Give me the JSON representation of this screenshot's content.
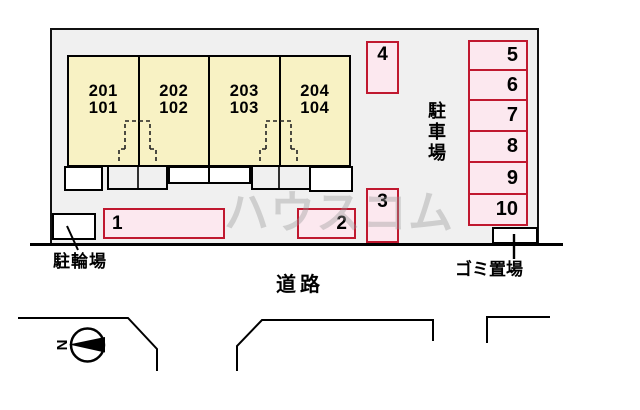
{
  "plan": {
    "units": [
      {
        "upper": "201",
        "lower": "101"
      },
      {
        "upper": "202",
        "lower": "102"
      },
      {
        "upper": "203",
        "lower": "103"
      },
      {
        "upper": "204",
        "lower": "104"
      }
    ],
    "parking_spaces": [
      "1",
      "2",
      "3",
      "4",
      "5",
      "6",
      "7",
      "8",
      "9",
      "10"
    ],
    "labels": {
      "parking_lot": "駐車場",
      "bicycle_parking": "駐輪場",
      "garbage_area": "ゴミ置場",
      "road": "道路"
    },
    "compass_north": "N",
    "watermark": "ハウスコム",
    "colors": {
      "unit_fill": "#F8F2C4",
      "parking_space_fill": "#FCE8EF",
      "parking_space_border": "#C0182F",
      "site_ground": "#F0F0F0",
      "outline": "#000000"
    }
  }
}
